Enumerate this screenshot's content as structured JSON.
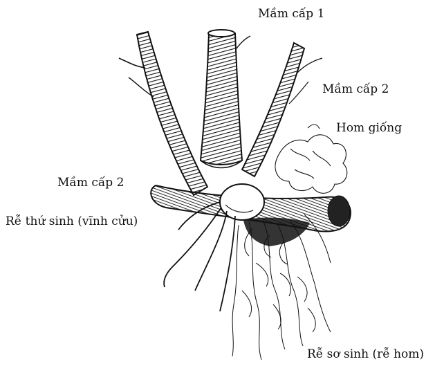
{
  "labels": {
    "primary_shoot": "Mầm cấp 1",
    "secondary_shoot_right": "Mầm cấp 2",
    "cutting": "Hom giống",
    "secondary_shoot_left": "Mầm cấp 2",
    "secondary_roots": "Rễ thứ sinh (vĩnh cửu)",
    "primary_roots": "Rễ sơ sinh (rễ hom)"
  },
  "colors": {
    "ink": "#111111",
    "background": "#ffffff"
  }
}
